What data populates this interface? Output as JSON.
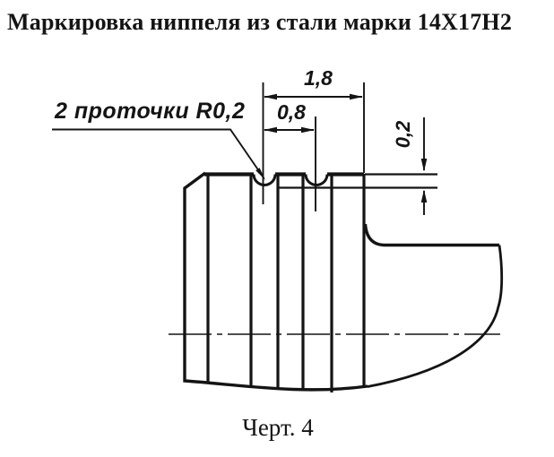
{
  "title": "Маркировка ниппеля из стали марки 14Х17Н2",
  "caption": "Черт. 4",
  "drawing": {
    "description": "side view of a steel nipple with two semicircular marking grooves, break line on the right pipe end",
    "leader_note": "2 проточки R0,2",
    "dimensions": {
      "groove_spacing_outer": "1,8",
      "groove_spacing_inner": "0,8",
      "groove_depth": "0,2"
    },
    "colors": {
      "ink": "#141414",
      "paper": "#ffffff"
    }
  }
}
